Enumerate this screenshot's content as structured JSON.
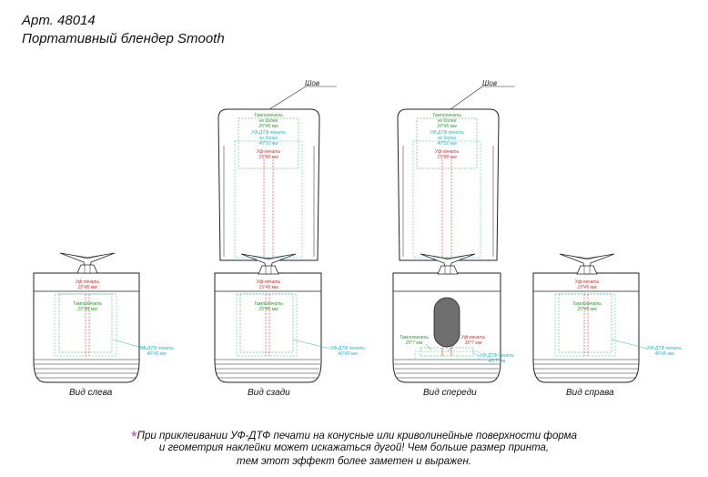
{
  "header": {
    "article": "Арт. 48014",
    "product": "Портативный блендер Smooth"
  },
  "colors": {
    "outline": "#222222",
    "tampo": "#2ca02c",
    "uvdtf": "#27b6c9",
    "uv": "#e0282b",
    "footnote_star": "#c03cd8",
    "window_fill": "#6f6f6f"
  },
  "labels": {
    "seam": "Шов",
    "uv_print": "Уф-печать",
    "tampo_print": "Тампопечать",
    "uvdtf_print": "УФ-ДТФ печать",
    "not_more": "не более",
    "size_25x45": "25*45 мм",
    "size_40x50": "40*50 мм",
    "size_15x80": "15*80 мм",
    "size_15x45": "15*45 мм",
    "size_40x45": "40*45 мм",
    "size_25x7": "25*7 мм",
    "size_15x7": "15*7 мм",
    "size_40x7": "40*7 мм"
  },
  "views": {
    "left": "Вид слева",
    "back": "Вид сзади",
    "front": "Вид спереди",
    "right": "Вид справа"
  },
  "footnote": {
    "star": "*",
    "line1": "При приклеивании УФ-ДТФ печати на конусные или криволинейные поверхности форма",
    "line2": "и геометрия наклейки может искажаться дугой! Чем больше размер принта,",
    "line3": "тем этот эффект более заметен и выражен."
  }
}
